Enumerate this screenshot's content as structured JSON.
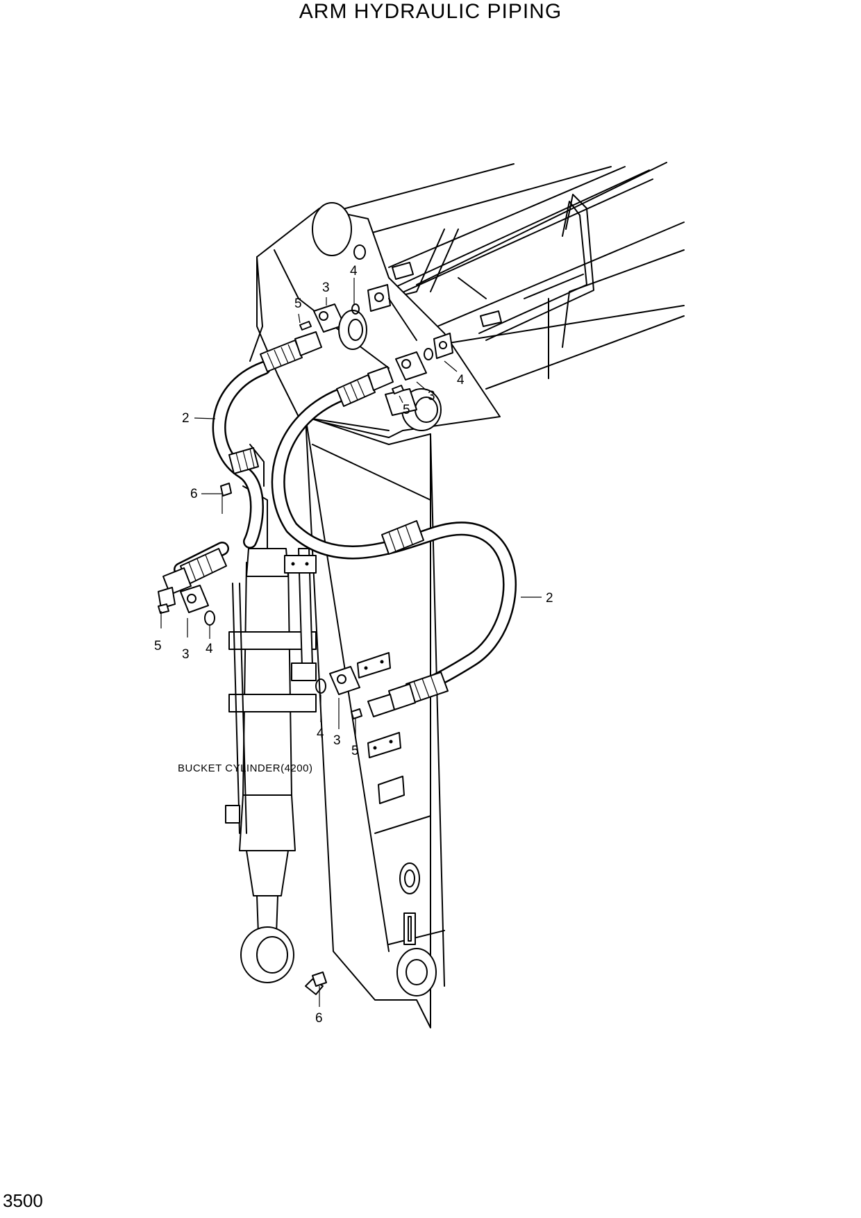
{
  "header": {
    "title": "ARM HYDRAULIC PIPING"
  },
  "footer": {
    "page_number": "3500"
  },
  "diagram": {
    "annotations": {
      "bucket_cylinder": "BUCKET CYLINDER(4200)"
    },
    "callouts": [
      {
        "id": "c1",
        "text": "4"
      },
      {
        "id": "c2",
        "text": "3"
      },
      {
        "id": "c3",
        "text": "5"
      },
      {
        "id": "c4",
        "text": "4"
      },
      {
        "id": "c5",
        "text": "3"
      },
      {
        "id": "c6",
        "text": "5"
      },
      {
        "id": "c7",
        "text": "2"
      },
      {
        "id": "c8",
        "text": "6"
      },
      {
        "id": "c9",
        "text": "2"
      },
      {
        "id": "c10",
        "text": "5"
      },
      {
        "id": "c11",
        "text": "3"
      },
      {
        "id": "c12",
        "text": "4"
      },
      {
        "id": "c13",
        "text": "4"
      },
      {
        "id": "c14",
        "text": "3"
      },
      {
        "id": "c15",
        "text": "5"
      },
      {
        "id": "c16",
        "text": "6"
      }
    ]
  }
}
